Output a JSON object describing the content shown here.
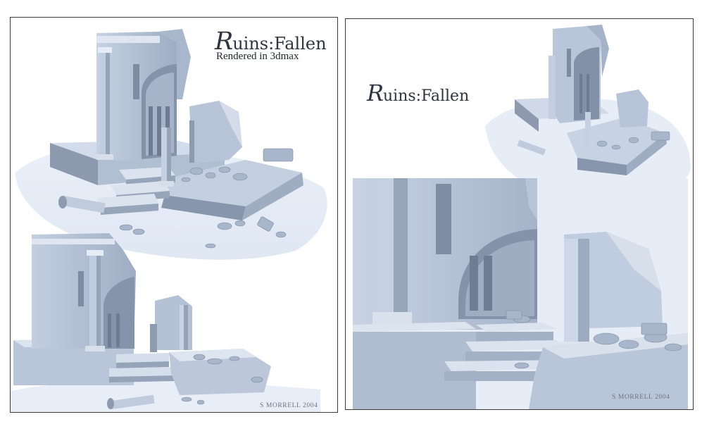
{
  "left_panel": {
    "title_initial": "R",
    "title_rest": "uins:",
    "title_word2": "Fallen",
    "subtitle": "Rendered in 3dmax",
    "signature": "S MORRELL  2004"
  },
  "right_panel": {
    "title_initial": "R",
    "title_rest": "uins:",
    "title_word2": "Fallen",
    "signature": "S MORRELL  2004"
  },
  "colors": {
    "clay_light": "#dde6f2",
    "clay_mid": "#aebcd0",
    "clay_dark": "#7d8aa0",
    "clay_shadow": "#5f6b80",
    "ground": "#e7eef8",
    "border": "#3a3a3a"
  }
}
